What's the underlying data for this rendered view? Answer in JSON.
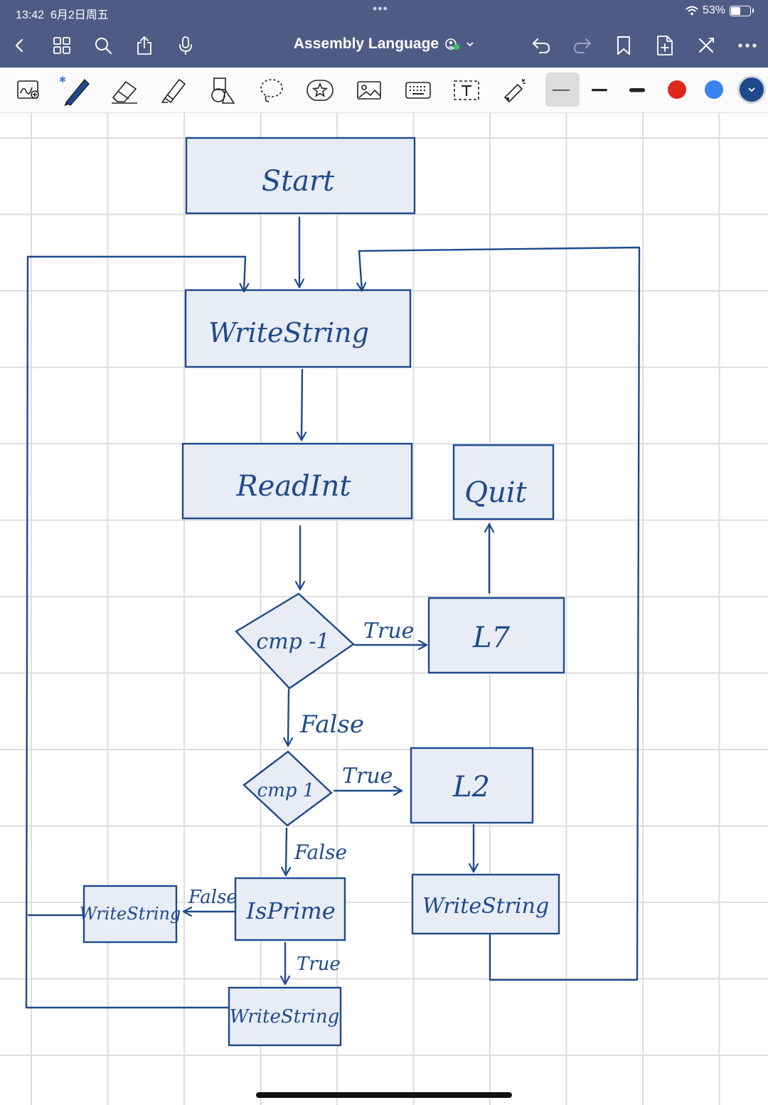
{
  "status": {
    "time": "13:42",
    "date": "6月2日周五",
    "battery": "53%",
    "battery_level": 0.53
  },
  "nav": {
    "title": "Assembly Language",
    "icons": [
      "back-icon",
      "grid-icon",
      "search-icon",
      "share-icon",
      "microphone-icon",
      "undo-icon",
      "redo-icon",
      "bookmark-icon",
      "add-page-icon",
      "close-icon",
      "more-icon"
    ]
  },
  "toolbar": {
    "tools": [
      "lasso-image-icon",
      "pen-icon",
      "eraser-icon",
      "highlighter-icon",
      "shapes-icon",
      "lasso-icon",
      "sticker-icon",
      "image-icon",
      "keyboard-icon",
      "text-box-icon",
      "laser-pointer-icon"
    ],
    "colors": [
      "#e0281f",
      "#3a82f0",
      "#1e4a8c"
    ],
    "stroke_widths": [
      "thin",
      "medium",
      "thick"
    ]
  },
  "diagram": {
    "ink_color": "#1e4a8c",
    "fill_color": "#e8ecf4",
    "nodes": {
      "start": "Start",
      "write_string_main": "WriteString",
      "read_int": "ReadInt",
      "quit": "Quit",
      "cmp_neg1": "cmp -1",
      "l7": "L7",
      "cmp_1": "cmp 1",
      "l2": "L2",
      "write_string_l2": "WriteString",
      "is_prime": "IsPrime",
      "write_string_false": "WriteString",
      "write_string_true": "WriteString"
    },
    "edge_labels": {
      "cmp_neg1_true": "True",
      "cmp_neg1_false": "False",
      "cmp_1_true": "True",
      "cmp_1_false": "False",
      "is_prime_false": "False",
      "is_prime_true": "True"
    }
  }
}
